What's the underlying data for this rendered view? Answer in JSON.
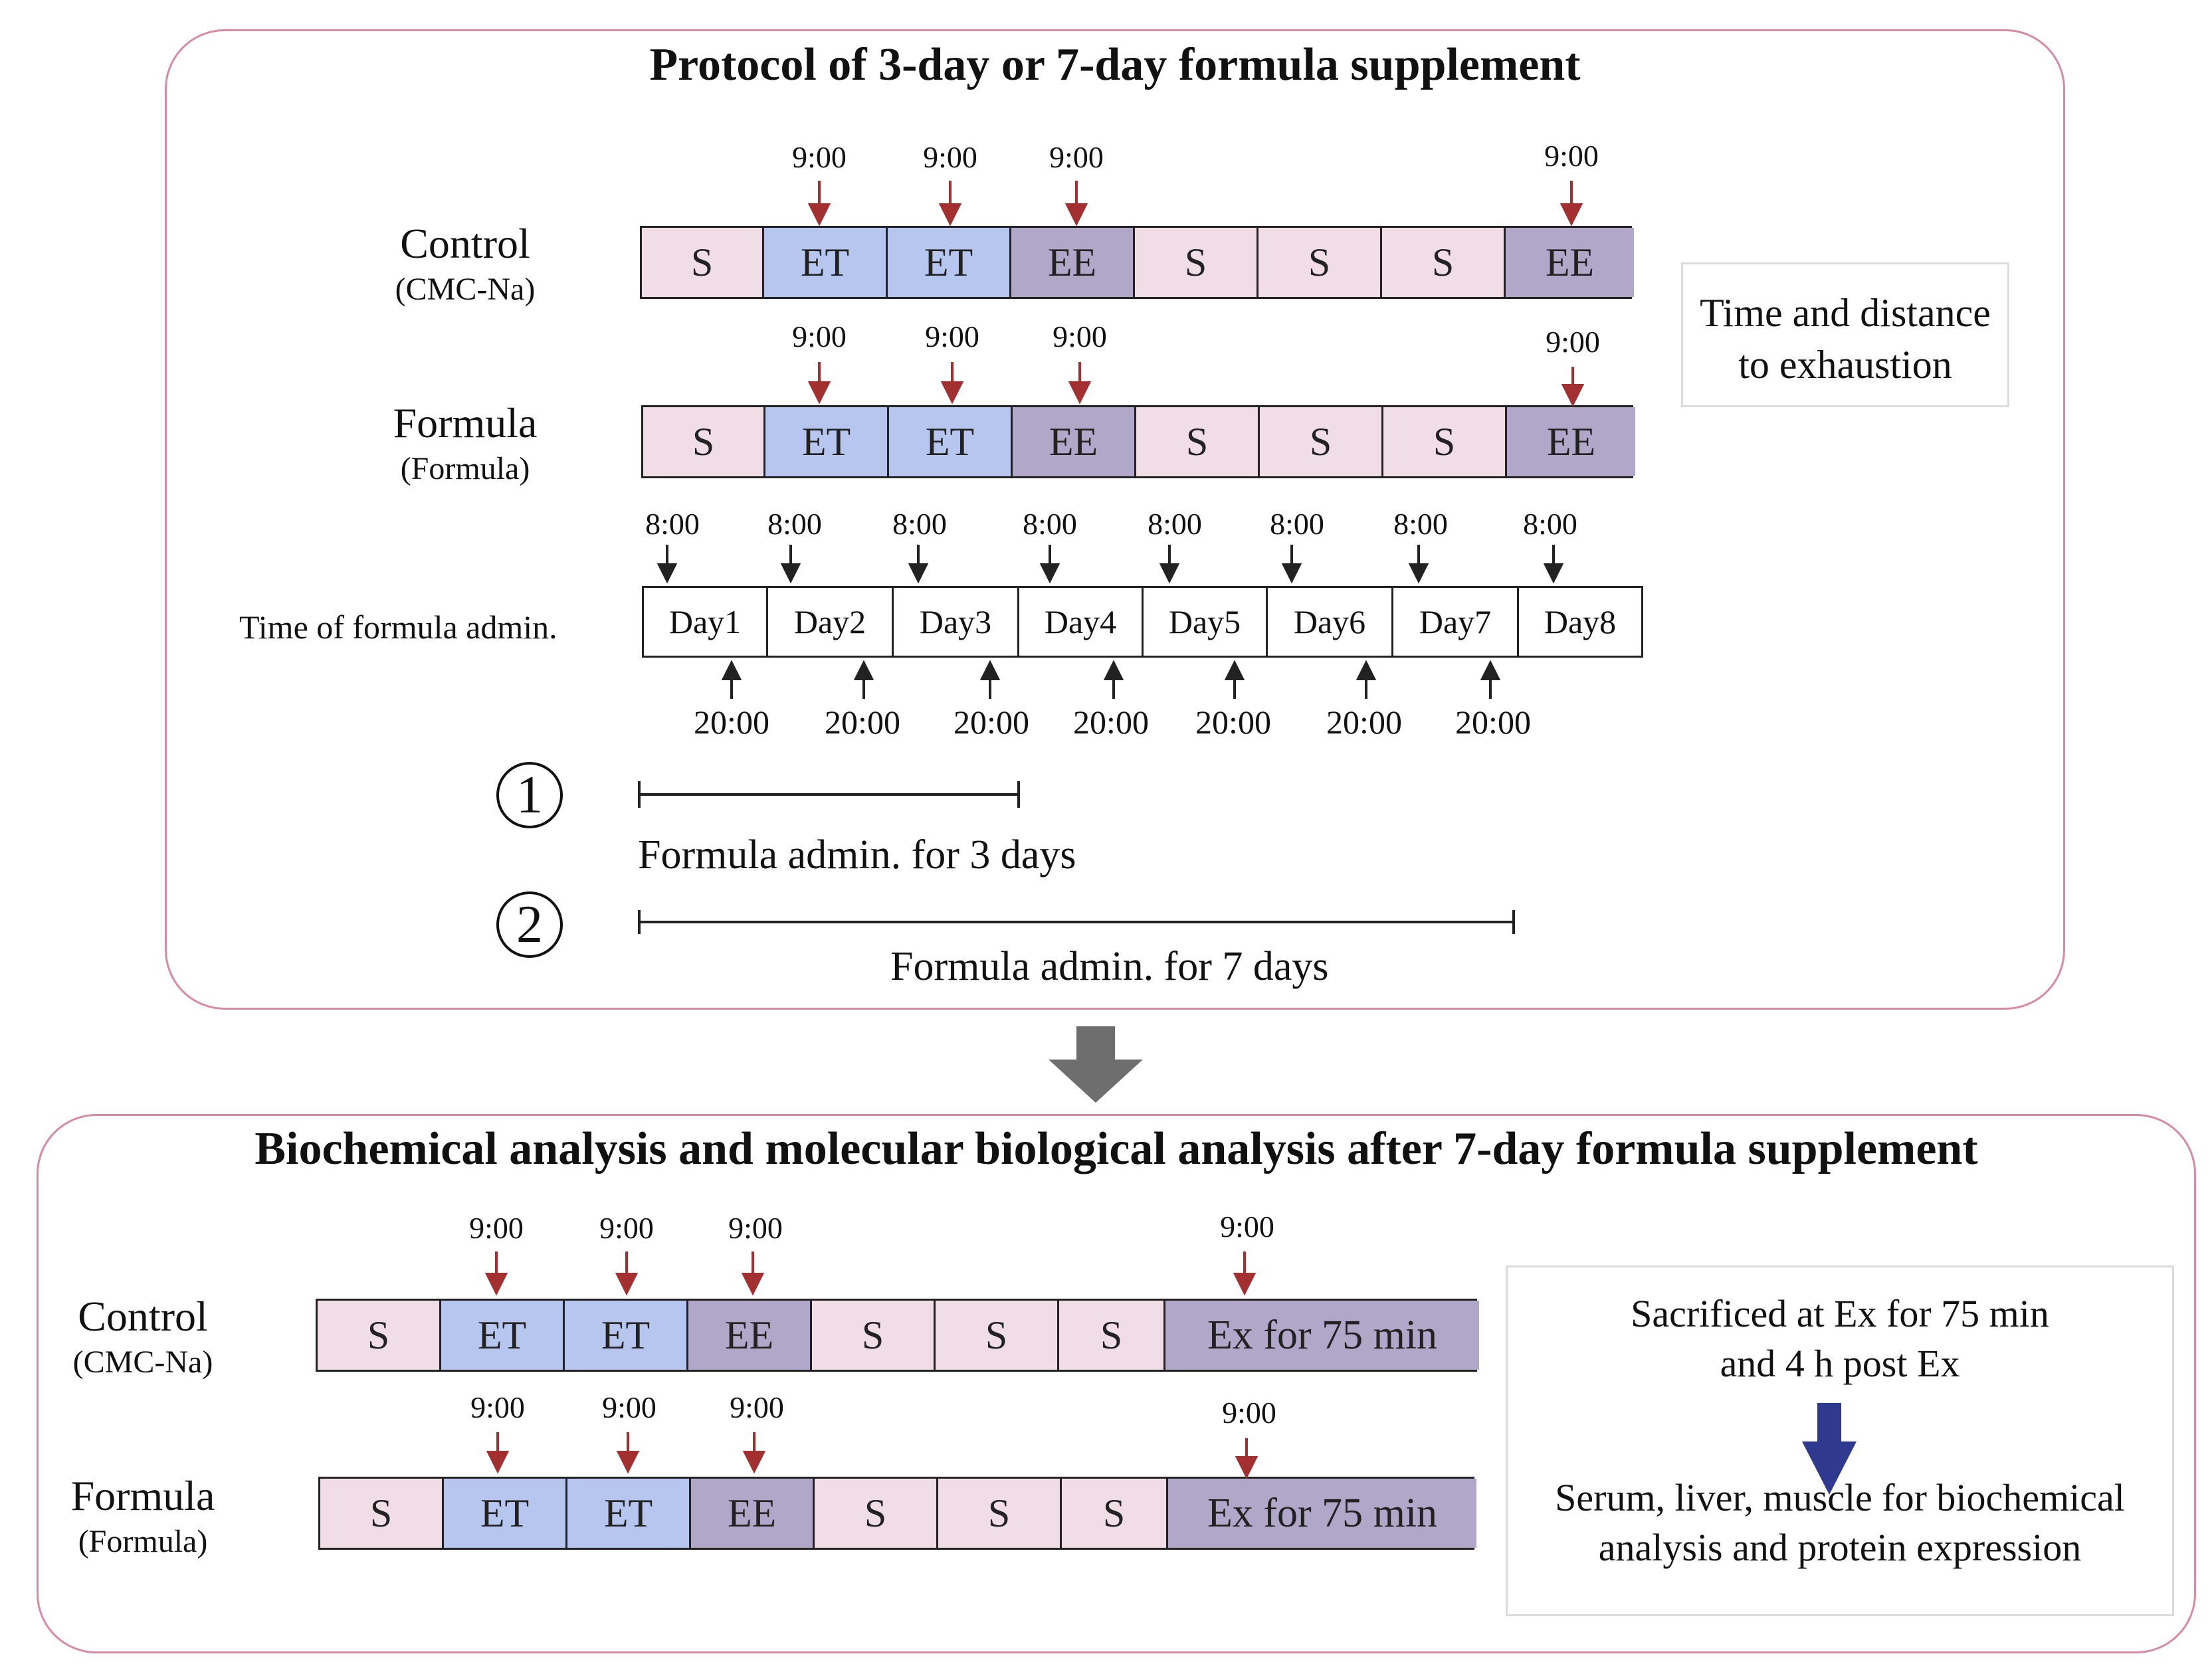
{
  "colors": {
    "S": "#f0dde6",
    "ET": "#b6c6ee",
    "EE": "#b1a7c9",
    "Ex": "#b1a7c9",
    "panel_border": "#d98aa3",
    "red_arrow": "#a33030",
    "black_arrow": "#222222",
    "gray_arrow": "#6e6e6e",
    "blue_arrow": "#2f3a8f"
  },
  "top": {
    "title": "Protocol of 3-day or 7-day formula supplement",
    "groups": [
      {
        "name": "Control",
        "sub": "(CMC-Na)",
        "cells": [
          "S",
          "ET",
          "ET",
          "EE",
          "S",
          "S",
          "S",
          "EE"
        ],
        "times": [
          "9:00",
          "9:00",
          "9:00",
          "9:00"
        ]
      },
      {
        "name": "Formula",
        "sub": "(Formula)",
        "cells": [
          "S",
          "ET",
          "ET",
          "EE",
          "S",
          "S",
          "S",
          "EE"
        ],
        "times": [
          "9:00",
          "9:00",
          "9:00",
          "9:00"
        ]
      }
    ],
    "note": [
      "Time and distance",
      "to exhaustion"
    ],
    "admin_label": "Time of formula admin.",
    "days": [
      "Day1",
      "Day2",
      "Day3",
      "Day4",
      "Day5",
      "Day6",
      "Day7",
      "Day8"
    ],
    "morning_times": [
      "8:00",
      "8:00",
      "8:00",
      "8:00",
      "8:00",
      "8:00",
      "8:00",
      "8:00"
    ],
    "evening_times": [
      "20:00",
      "20:00",
      "20:00",
      "20:00",
      "20:00",
      "20:00",
      "20:00"
    ],
    "durations": [
      {
        "mark": "1",
        "label": "Formula admin. for 3 days"
      },
      {
        "mark": "2",
        "label": "Formula admin. for 7 days"
      }
    ]
  },
  "bottom": {
    "title": "Biochemical analysis and molecular biological analysis after 7-day formula supplement",
    "groups": [
      {
        "name": "Control",
        "sub": "(CMC-Na)",
        "cells": [
          "S",
          "ET",
          "ET",
          "EE",
          "S",
          "S",
          "S",
          "Ex for 75 min"
        ],
        "times": [
          "9:00",
          "9:00",
          "9:00",
          "9:00"
        ]
      },
      {
        "name": "Formula",
        "sub": "(Formula)",
        "cells": [
          "S",
          "ET",
          "ET",
          "EE",
          "S",
          "S",
          "S",
          "Ex for 75 min"
        ],
        "times": [
          "9:00",
          "9:00",
          "9:00",
          "9:00"
        ]
      }
    ],
    "note_top": [
      "Sacrificed at Ex for 75 min",
      "and 4 h post Ex"
    ],
    "note_bottom": [
      "Serum, liver, muscle for biochemical",
      "analysis and protein expression"
    ]
  }
}
